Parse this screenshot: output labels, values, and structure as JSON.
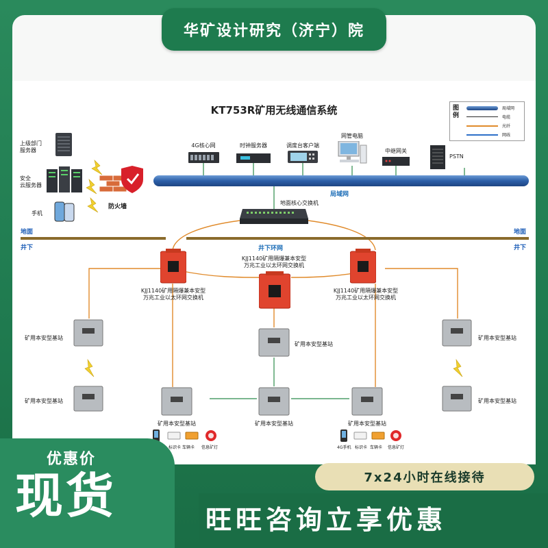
{
  "header": {
    "banner": "华矿设计研究（济宁）院"
  },
  "diagram": {
    "title": "KT753R矿用无线通信系统",
    "legend": {
      "title": "图例",
      "items": [
        {
          "label": "局域网",
          "color": "#2c5fa8"
        },
        {
          "label": "电缆",
          "color": "#2a2a2a"
        },
        {
          "label": "光纤",
          "color": "#e08a2a"
        },
        {
          "label": "网线",
          "color": "#2c6fc8"
        }
      ]
    },
    "left_devices": {
      "upper_server": "上级部门\n服务器",
      "cloud_server": "安全\n云服务器",
      "phone": "手机",
      "firewall": "防火墙"
    },
    "top_devices": {
      "core_4g": "4G核心网",
      "clock_server": "时钟服务器",
      "dispatch": "调度台客户端",
      "nms_pc": "网管电脑",
      "relay_gw": "中继网关",
      "pstn": "PSTN"
    },
    "lan_label": "局域网",
    "core_switch": "地面核心交换机",
    "surface_label": "地面",
    "underground_label": "井下",
    "ring_label": "井下环网",
    "ring_switch_center": "KJJ1140矿用隔爆兼本安型\n万兆工业以太环网交换机",
    "ring_switch_left": "KJJ1140矿用隔爆兼本安型\n万兆工业以太环网交换机",
    "ring_switch_right": "KJJ1140矿用隔爆兼本安型\n万兆工业以太环网交换机",
    "base_station": "矿用本安型基站",
    "terminals": {
      "phone_4g": "4G手机",
      "tag_card": "标识卡",
      "vehicle_card": "车辆卡",
      "signal_lamp": "信息矿灯"
    }
  },
  "promo": {
    "small": "优惠价",
    "big": "现货",
    "service": "7x24小时在线接待",
    "cta": "旺旺咨询立享优惠"
  },
  "colors": {
    "brand_green": "#1e7b4e",
    "lan_blue": "#2c5fa8",
    "fiber_orange": "#e08a2a",
    "ground_brown": "#8a6b2c"
  }
}
